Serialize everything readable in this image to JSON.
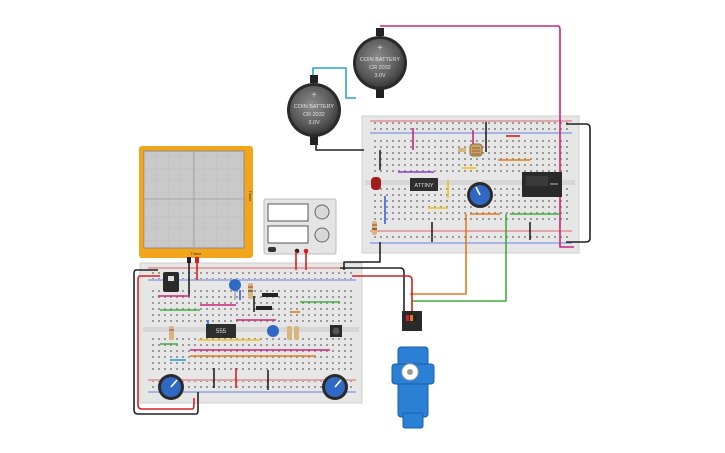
{
  "batteries": [
    {
      "label": "COIN BATTERY",
      "model": "CR 2032",
      "voltage": "3.0V"
    },
    {
      "label": "COIN BATTERY",
      "model": "CR 2032",
      "voltage": "3.0V"
    }
  ],
  "chips": {
    "attiny": "ATTINY",
    "timer": "555"
  },
  "oscilloscope": {
    "brand": "Tinker",
    "side_label": "Tinker"
  },
  "icons": {
    "battery": "coin-battery-icon",
    "servo": "servo-motor-icon",
    "scope": "oscilloscope-icon",
    "supply": "power-supply-icon",
    "pot": "potentiometer-icon"
  },
  "colors": {
    "breadboard": "#e6e6e6",
    "rail_red": "#d93a3a",
    "rail_blue": "#3a5fd9",
    "wire_magenta": "#c8257a",
    "wire_cyan": "#2aa3c8",
    "wire_orange": "#e07a1f",
    "wire_green": "#3fae3f",
    "wire_black": "#222222",
    "wire_red": "#d42020",
    "scope_frame": "#f2a51a",
    "servo_blue": "#2b7fd4",
    "pot_blue": "#2f69c4"
  }
}
